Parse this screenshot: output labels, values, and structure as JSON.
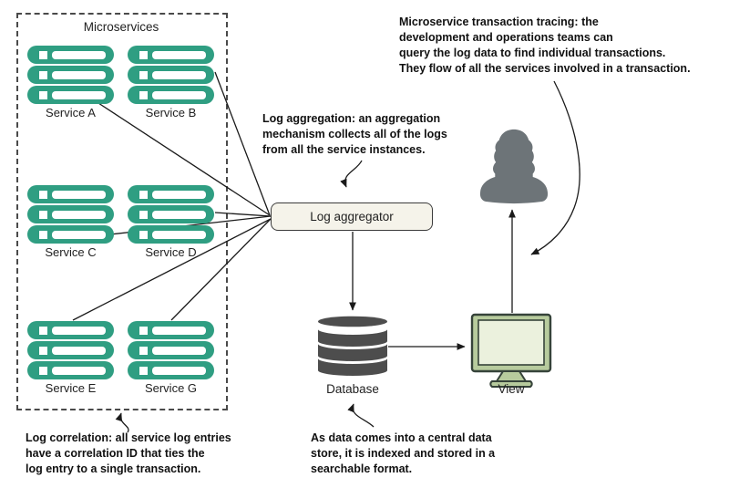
{
  "diagram": {
    "microservices_box_title": "Microservices",
    "aggregator_label": "Log aggregator",
    "database_label": "Database",
    "view_label": "View",
    "services": [
      {
        "label": "Service A"
      },
      {
        "label": "Service B"
      },
      {
        "label": "Service C"
      },
      {
        "label": "Service D"
      },
      {
        "label": "Service E"
      },
      {
        "label": "Service G"
      }
    ]
  },
  "annotations": {
    "tracing": "Microservice transaction tracing:  the\ndevelopment and operations teams can\nquery the log data to find individual transactions.\nThey flow of all the services involved in a transaction.",
    "aggregation": "Log aggregation: an aggregation\nmechanism collects all of the logs\nfrom all the service instances.",
    "correlation": "Log correlation: all service log entries\nhave a correlation ID that ties the\nlog entry to a single transaction.",
    "indexing": "As data comes into a central data\nstore, it is indexed and stored in a\nsearchable format."
  },
  "icons": {
    "service": "server-stack-icon",
    "database": "database-cylinder-icon",
    "view": "monitor-icon",
    "user": "person-silhouette-icon"
  },
  "colors": {
    "service-green": "#2f9e82",
    "database-gray": "#4d4d4d",
    "person-gray": "#6d7478",
    "monitor-frame": "#b7cb9d",
    "monitor-screen": "#ebf1dd",
    "aggregator-fill": "#f5f3ea",
    "line-dark": "#1a1a1a"
  }
}
